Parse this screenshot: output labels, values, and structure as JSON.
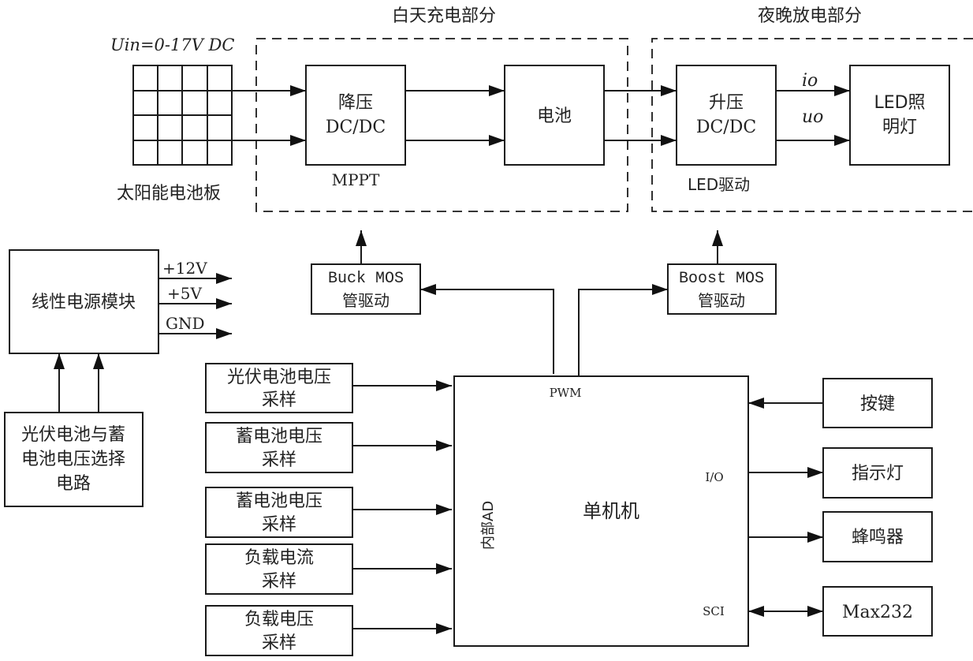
{
  "sections": {
    "day_charging": "白天充电部分",
    "night_discharging": "夜晚放电部分"
  },
  "solar_panel": {
    "input_label": "Uin=0-17V DC",
    "name": "太阳能电池板"
  },
  "buck_converter": {
    "line1": "降压",
    "line2": "DC/DC",
    "caption": "MPPT"
  },
  "battery": {
    "label": "电池"
  },
  "boost_converter": {
    "line1": "升压",
    "line2": "DC/DC",
    "caption": "LED驱动"
  },
  "output_signals": {
    "current": "io",
    "voltage": "uo"
  },
  "led_lamp": {
    "line1": "LED照",
    "line2": "明灯"
  },
  "buck_driver": {
    "line1": "Buck MOS",
    "line2": "管驱动"
  },
  "boost_driver": {
    "line1": "Boost MOS",
    "line2": "管驱动"
  },
  "linear_power": {
    "label": "线性电源模块",
    "outputs": [
      "+12V",
      "+5V",
      "GND"
    ]
  },
  "selector_circuit": {
    "line1": "光伏电池与蓄",
    "line2": "电池电压选择",
    "line3": "电路"
  },
  "sampling_blocks": [
    {
      "line1": "光伏电池电压",
      "line2": "采样"
    },
    {
      "line1": "蓄电池电压",
      "line2": "采样"
    },
    {
      "line1": "蓄电池电压",
      "line2": "采样"
    },
    {
      "line1": "负载电流",
      "line2": "采样"
    },
    {
      "line1": "负载电压",
      "line2": "采样"
    }
  ],
  "mcu": {
    "label": "单机机",
    "pwm_port": "PWM",
    "ad_port": "内部AD",
    "io_port": "I/O",
    "sci_port": "SCI"
  },
  "peripherals": {
    "keys": "按键",
    "indicator": "指示灯",
    "buzzer": "蜂鸣器",
    "serial": "Max232"
  }
}
